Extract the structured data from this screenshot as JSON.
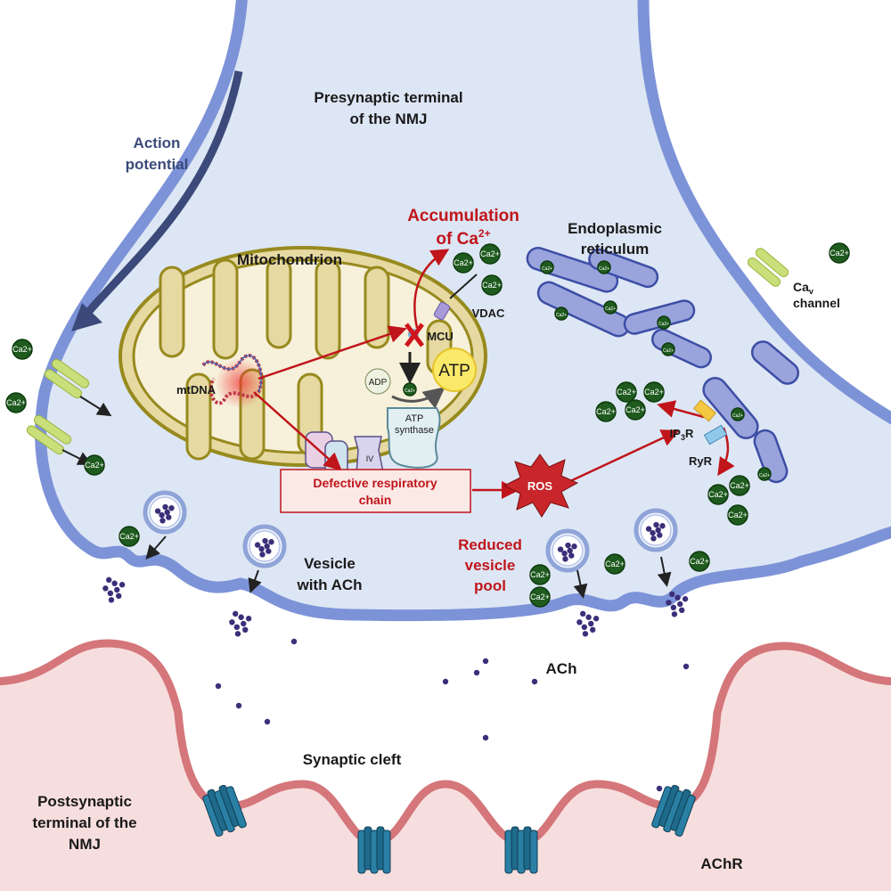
{
  "labels": {
    "presynaptic": [
      "Presynaptic terminal",
      "of the NMJ"
    ],
    "action_potential": [
      "Action",
      "potential"
    ],
    "accumulation": [
      "Accumulation",
      "of Ca",
      "2+"
    ],
    "er": [
      "Endoplasmic",
      "reticulum"
    ],
    "mitochondrion": "Mitochondrion",
    "cav": [
      "Ca",
      "v",
      "channel"
    ],
    "vdac": "VDAC",
    "mcu": "MCU",
    "mtdna": "mtDNA",
    "adp": "ADP",
    "atp": "ATP",
    "atp_synthase": [
      "ATP",
      "synthase"
    ],
    "complex_iv": "IV",
    "defective_chain": [
      "Defective respiratory",
      "chain"
    ],
    "ros": "ROS",
    "ip3r": [
      "IP",
      "3",
      "R"
    ],
    "ryr": "RyR",
    "vesicle": [
      "Vesicle",
      "with ACh"
    ],
    "reduced_pool": [
      "Reduced",
      "vesicle",
      "pool"
    ],
    "ach": "ACh",
    "cleft": "Synaptic cleft",
    "postsynaptic": [
      "Postsynaptic",
      "terminal of the",
      "NMJ"
    ],
    "achr": "AChR",
    "ca_ion": "Ca2+"
  },
  "colors": {
    "presynaptic_fill": "#dde6f4",
    "presynaptic_membrane": "#7d93d8",
    "postsynaptic_fill": "#f7dede",
    "postsynaptic_membrane": "#d4767a",
    "highlight_red": "#c0151b",
    "calcium": "#1f5b1f",
    "ach": "#3b2f7a"
  }
}
